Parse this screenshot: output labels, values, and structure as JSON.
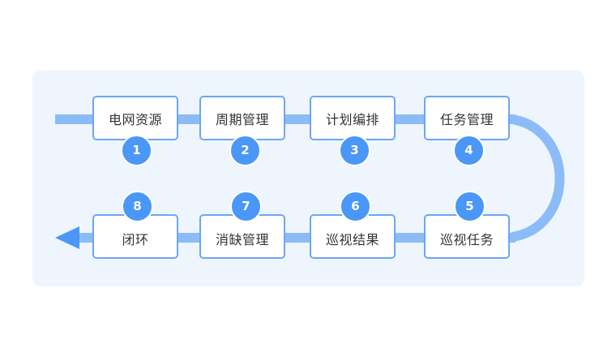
{
  "colors": {
    "panel_background": "#eef5fd",
    "flow_line": "#8cbcf7",
    "step_border": "#6aa6f6",
    "badge_fill": "#4a97f7",
    "text": "#333333"
  },
  "steps": [
    {
      "number": "1",
      "label": "电网资源"
    },
    {
      "number": "2",
      "label": "周期管理"
    },
    {
      "number": "3",
      "label": "计划编排"
    },
    {
      "number": "4",
      "label": "任务管理"
    },
    {
      "number": "5",
      "label": "巡视任务"
    },
    {
      "number": "6",
      "label": "巡视结果"
    },
    {
      "number": "7",
      "label": "消缺管理"
    },
    {
      "number": "8",
      "label": "闭环"
    }
  ]
}
